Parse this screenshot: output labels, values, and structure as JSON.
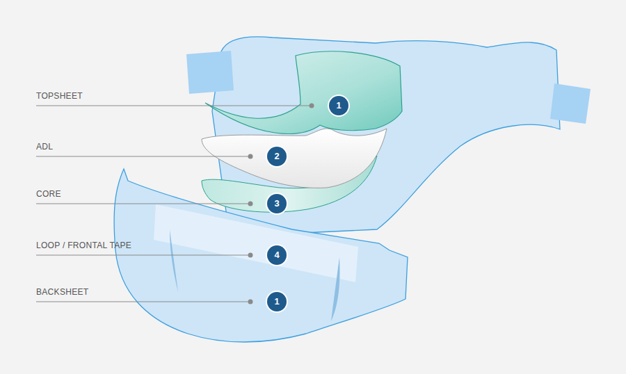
{
  "diagram": {
    "nodes": [
      {
        "text": [
          "1"
        ]
      },
      {
        "text": [
          "2"
        ]
      },
      {
        "text": [
          "3"
        ]
      },
      {
        "text": [
          "4"
        ]
      },
      {
        "text": [
          "1"
        ]
      }
    ],
    "labels": [
      "TOPSHEET",
      "ADL",
      "CORE",
      "LOOP / FRONTAL TAPE",
      "BACKSHEET"
    ]
  }
}
